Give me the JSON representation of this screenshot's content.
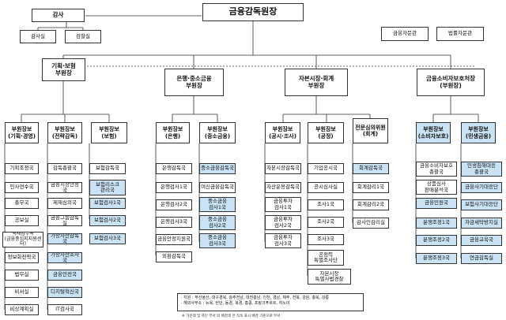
{
  "governor": "금융감독원장",
  "auditor": "감사",
  "audit_units": [
    "감사실",
    "검찰실"
  ],
  "advisors": [
    "금융자문관",
    "법률자문관"
  ],
  "deputy_governors": [
    "기획·보험\n부원장",
    "은행·중소금융\n부원장",
    "자본시장·회계\n부원장",
    "금융소비자보호처장\n(부원장)"
  ],
  "assistant_governors": [
    "부원장보\n(기획·경영)",
    "부원장보\n(전략감독)",
    "부원장보\n(보험)",
    "부원장보\n(은행)",
    "부원장보\n(중소금융)",
    "부원장보\n(공시·조사)",
    "부원장보\n(공정)",
    "전문심의위원\n(회계)",
    "부원장보\n(소비자보호)",
    "부원장보\n(민생금융)"
  ],
  "units": {
    "col1": [
      "기획조정국",
      "인사연수국",
      "총무국",
      "공보실",
      "국제업무국\n(금융중심지지원센터)",
      "정보화전략국",
      "법무실",
      "비서실",
      "비상계획실"
    ],
    "col2": [
      "감독총괄국",
      "금융시장안정국",
      "제재심의국",
      "금융그룹감독실",
      "가상자산감독국",
      "가상자산조사국",
      "금융안전국",
      "디지털혁신국",
      "IT검사국"
    ],
    "col3": [
      "보험감독국",
      "보험리스크\n관리국",
      "보험검사1국",
      "보험검사2국",
      "보험검사3국"
    ],
    "col4": [
      "은행감독국",
      "은행검사1국",
      "은행검사2국",
      "은행검사3국",
      "금융안정지원국",
      "외환감독국"
    ],
    "col5": [
      "중소금융감독국",
      "여신금융감독국",
      "중소금융\n검사1국",
      "중소금융\n검사2국",
      "중소금융\n검사3국"
    ],
    "col6": [
      "자본시장감독국",
      "자산운용감독국",
      "금융투자\n검사1국",
      "금융투자\n검사2국",
      "금융투자\n검사3국"
    ],
    "col7": [
      "기업공시국",
      "공시심사실",
      "조사1국",
      "조사2국",
      "조사3국",
      "공정력\n특별조사단",
      "자본시장\n특별사법경찰"
    ],
    "col8": [
      "회계감독국",
      "회계감리1국",
      "회계감리2국",
      "감사인감리실"
    ],
    "col9": [
      "금융소비자보호\n총괄국",
      "상품심사\n판매분석국",
      "금융민원국",
      "분쟁조정1국",
      "분쟁조정2국",
      "분쟁조정3국"
    ],
    "col10": [
      "민생침해대응\n총괄국",
      "금융사기대응단",
      "보험사기대응단",
      "자금세탁방지실",
      "금융교육국",
      "연금감독실"
    ]
  },
  "note_lines": [
    "· 지원 : 부산울산, 대구경북, 광주전남, 대전충남, 인천, 경남, 제주, 전북, 강원, 충북, 강릉",
    "· 해외사무소 : 뉴욕, 런던, 동경, 북경, 홍콩, 프랑크푸르트, 하노이"
  ],
  "footnote": "※ 가운데 및 하단 부서 의 배경색 은 직속 표시 배경 기준으로 부서"
}
